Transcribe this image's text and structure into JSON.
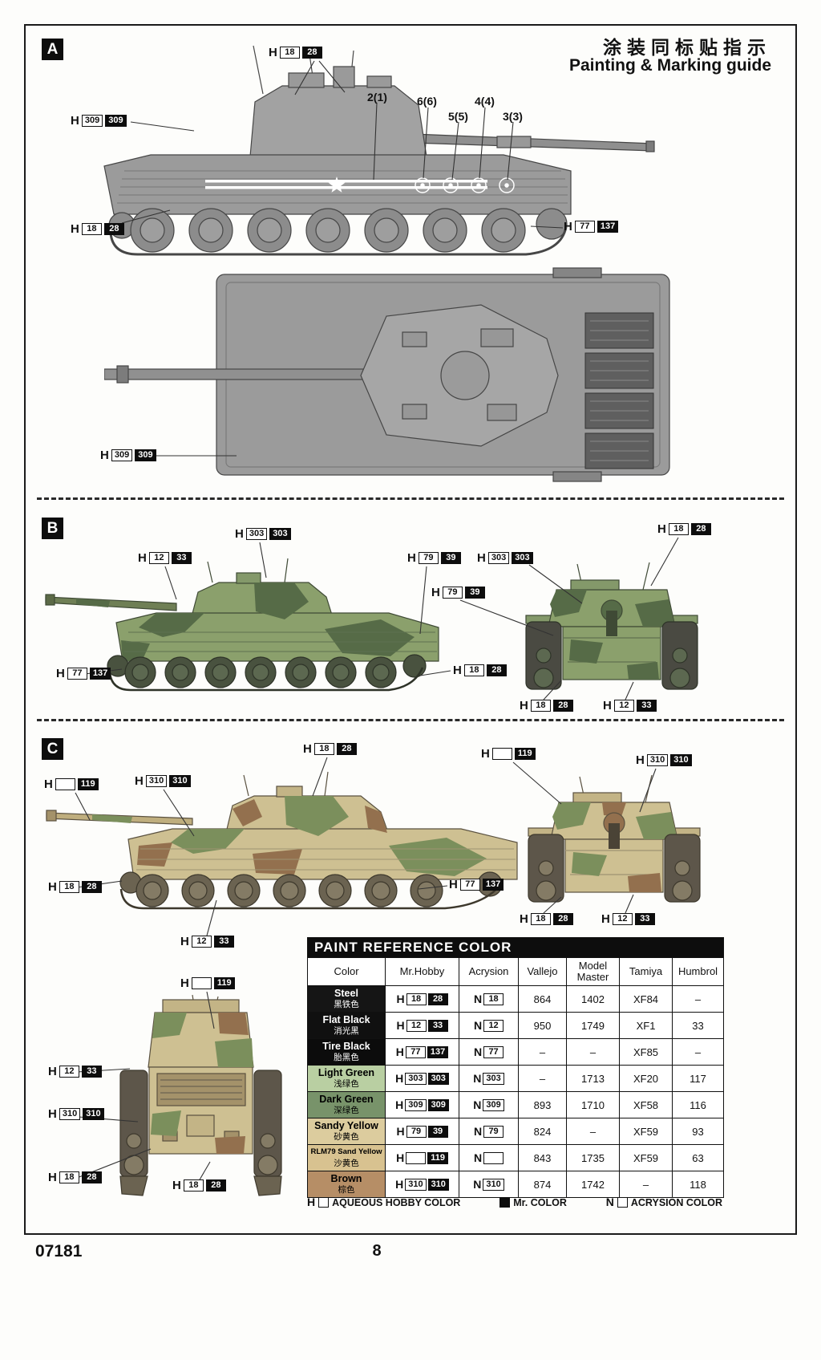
{
  "header": {
    "title_cn": "涂装同标贴指示",
    "title_en": "Painting & Marking guide"
  },
  "labels": {
    "h": "H",
    "n": "N"
  },
  "sections": {
    "a": "A",
    "b": "B",
    "c": "C"
  },
  "marking_callouts": [
    "2(1)",
    "6(6)",
    "5(5)",
    "4(4)",
    "3(3)"
  ],
  "paint_callouts": {
    "a": [
      {
        "aq": "18",
        "mr": "28"
      },
      {
        "aq": "309",
        "mr": "309"
      },
      {
        "aq": "18",
        "mr": "28"
      },
      {
        "aq": "77",
        "mr": "137"
      },
      {
        "aq": "309",
        "mr": "309"
      }
    ],
    "b": [
      {
        "aq": "303",
        "mr": "303"
      },
      {
        "aq": "12",
        "mr": "33"
      },
      {
        "aq": "79",
        "mr": "39"
      },
      {
        "aq": "303",
        "mr": "303"
      },
      {
        "aq": "18",
        "mr": "28"
      },
      {
        "aq": "79",
        "mr": "39"
      },
      {
        "aq": "77",
        "mr": "137"
      },
      {
        "aq": "18",
        "mr": "28"
      },
      {
        "aq": "18",
        "mr": "28"
      },
      {
        "aq": "12",
        "mr": "33"
      }
    ],
    "c": [
      {
        "aq": "18",
        "mr": "28"
      },
      {
        "aq": "",
        "mr": "119"
      },
      {
        "aq": "310",
        "mr": "310"
      },
      {
        "aq": "",
        "mr": "119"
      },
      {
        "aq": "310",
        "mr": "310"
      },
      {
        "aq": "18",
        "mr": "28"
      },
      {
        "aq": "77",
        "mr": "137"
      },
      {
        "aq": "18",
        "mr": "28"
      },
      {
        "aq": "12",
        "mr": "33"
      },
      {
        "aq": "12",
        "mr": "33"
      },
      {
        "aq": "",
        "mr": "119"
      },
      {
        "aq": "12",
        "mr": "33"
      },
      {
        "aq": "310",
        "mr": "310"
      },
      {
        "aq": "18",
        "mr": "28"
      },
      {
        "aq": "18",
        "mr": "28"
      }
    ]
  },
  "paint_table": {
    "title": "PAINT REFERENCE COLOR",
    "columns": [
      "Color",
      "Mr.Hobby",
      "Acrysion",
      "Vallejo",
      "Model Master",
      "Tamiya",
      "Humbrol"
    ],
    "rows": [
      {
        "name_en": "Steel",
        "name_cn": "黑铁色",
        "swatch": "#151515",
        "text": "#ffffff",
        "aq": "18",
        "mr": "28",
        "n": "18",
        "vallejo": "864",
        "model_master": "1402",
        "tamiya": "XF84",
        "humbrol": "–"
      },
      {
        "name_en": "Flat Black",
        "name_cn": "消光黑",
        "swatch": "#101010",
        "text": "#ffffff",
        "aq": "12",
        "mr": "33",
        "n": "12",
        "vallejo": "950",
        "model_master": "1749",
        "tamiya": "XF1",
        "humbrol": "33"
      },
      {
        "name_en": "Tire Black",
        "name_cn": "胎黑色",
        "swatch": "#0c0c0c",
        "text": "#ffffff",
        "aq": "77",
        "mr": "137",
        "n": "77",
        "vallejo": "–",
        "model_master": "–",
        "tamiya": "XF85",
        "humbrol": "–"
      },
      {
        "name_en": "Light Green",
        "name_cn": "浅绿色",
        "swatch": "#b9cfa2",
        "text": "#000000",
        "aq": "303",
        "mr": "303",
        "n": "303",
        "vallejo": "–",
        "model_master": "1713",
        "tamiya": "XF20",
        "humbrol": "117"
      },
      {
        "name_en": "Dark Green",
        "name_cn": "深绿色",
        "swatch": "#78936a",
        "text": "#000000",
        "aq": "309",
        "mr": "309",
        "n": "309",
        "vallejo": "893",
        "model_master": "1710",
        "tamiya": "XF58",
        "humbrol": "116"
      },
      {
        "name_en": "Sandy Yellow",
        "name_cn": "砂黄色",
        "swatch": "#dccc9e",
        "text": "#000000",
        "aq": "79",
        "mr": "39",
        "n": "79",
        "vallejo": "824",
        "model_master": "–",
        "tamiya": "XF59",
        "humbrol": "93"
      },
      {
        "name_en": "RLM79 Sand Yellow",
        "name_cn": "沙黄色",
        "swatch": "#d8c290",
        "text": "#000000",
        "aq": "",
        "mr": "119",
        "n": "",
        "vallejo": "843",
        "model_master": "1735",
        "tamiya": "XF59",
        "humbrol": "63"
      },
      {
        "name_en": "Brown",
        "name_cn": "棕色",
        "swatch": "#b68e66",
        "text": "#000000",
        "aq": "310",
        "mr": "310",
        "n": "310",
        "vallejo": "874",
        "model_master": "1742",
        "tamiya": "–",
        "humbrol": "118"
      }
    ]
  },
  "legend": {
    "aqueous": "AQUEOUS HOBBY COLOR",
    "mr": "Mr. COLOR",
    "acrysion": "ACRYSION COLOR"
  },
  "footer": {
    "kit_number": "07181",
    "page_number": "8"
  }
}
